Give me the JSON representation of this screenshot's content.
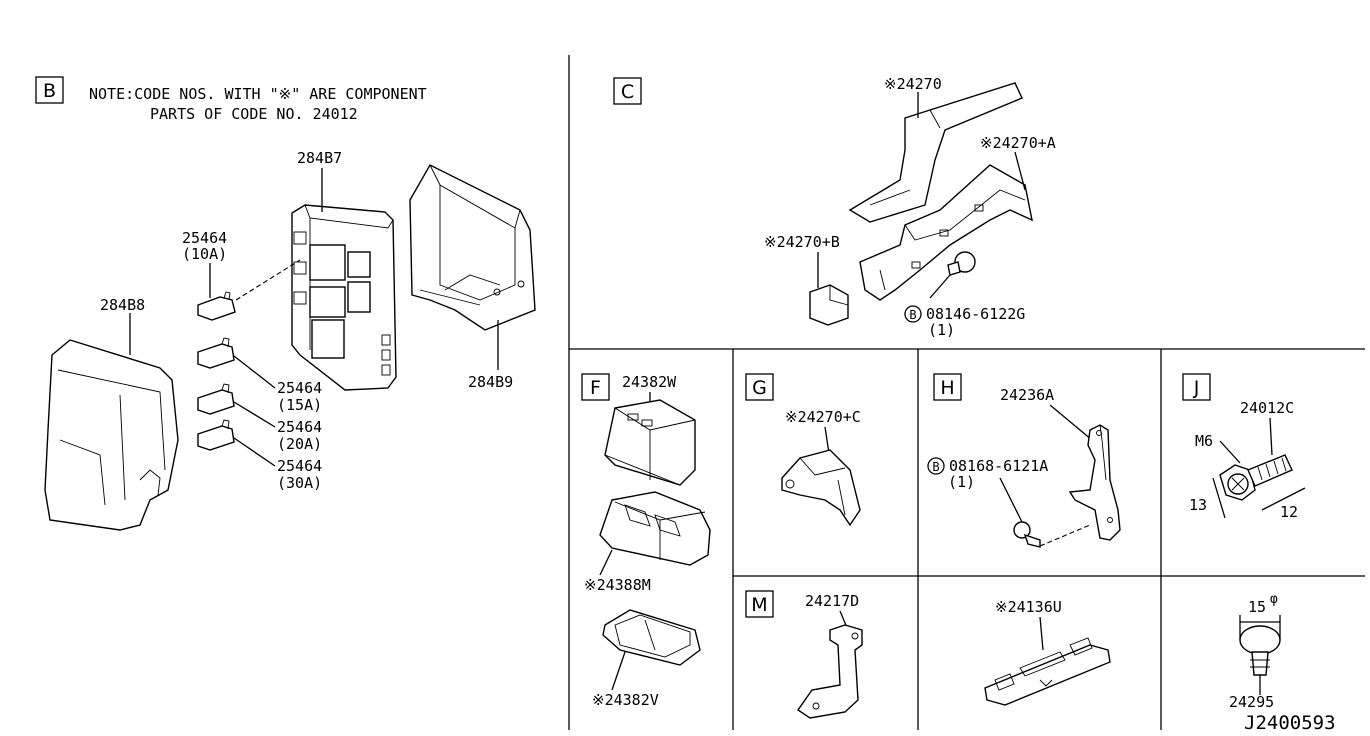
{
  "sections": {
    "B": "B",
    "C": "C",
    "F": "F",
    "G": "G",
    "H": "H",
    "J": "J",
    "M": "M"
  },
  "note": {
    "line1": "NOTE:CODE NOS. WITH \"※\" ARE COMPONENT",
    "line2": "PARTS OF CODE NO. 24012"
  },
  "parts": {
    "p28487": "284B7",
    "p25464_10": "25464",
    "p25464_10_amp": "(10A)",
    "p28488": "284B8",
    "p25464_15": "25464",
    "p25464_15_amp": "(15A)",
    "p25464_20": "25464",
    "p25464_20_amp": "(20A)",
    "p25464_30": "25464",
    "p25464_30_amp": "(30A)",
    "p28489": "284B9",
    "c24270": "※24270",
    "c24270A": "※24270+A",
    "c24270B": "※24270+B",
    "c08146": "08146-6122G",
    "c08146_qty": "(1)",
    "f24382W": "24382W",
    "f24388M": "※24388M",
    "f24382V": "※24382V",
    "g24270C": "※24270+C",
    "h24236A": "24236A",
    "h08168": "08168-6121A",
    "h08168_qty": "(1)",
    "j24012C": "24012C",
    "jM6": "M6",
    "j13": "13",
    "j12": "12",
    "m24217D": "24217D",
    "b24136U": "※24136U",
    "d15": "15",
    "d24295": "24295"
  },
  "bolt_symbol": "B",
  "phi_symbol": "φ",
  "diagram_code": "J2400593"
}
